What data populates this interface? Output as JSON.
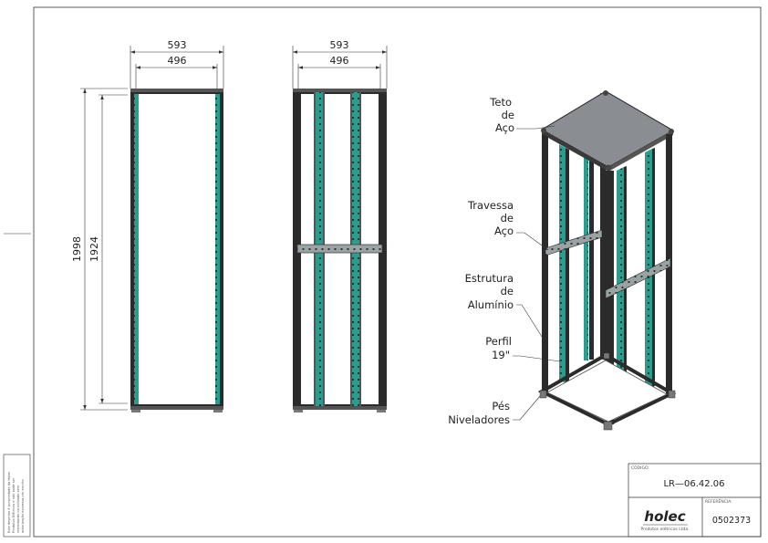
{
  "front_view": {
    "width_outer": "593",
    "width_inner": "496",
    "height_outer": "1998",
    "height_inner": "1924"
  },
  "side_view": {
    "width_outer": "593",
    "width_inner": "496"
  },
  "callouts": {
    "teto": [
      "Teto",
      "de",
      "Aço"
    ],
    "travessa": [
      "Travessa",
      "de",
      "Aço"
    ],
    "estrutura": [
      "Estrutura",
      "de",
      "Alumínio"
    ],
    "perfil": [
      "Perfil",
      "19\""
    ],
    "pes": [
      "Pés",
      "Niveladores"
    ]
  },
  "title_block": {
    "codigo_label": "CÓDIGO:",
    "codigo_value": "LR—06.42.06",
    "brand": "holec",
    "brand_sub": "Produtos elétricos Ltda.",
    "referencia_label": "REFERÊNCIA:",
    "referencia_value": "0502373"
  },
  "side_note": [
    "Este desenho é propriedade da Holec",
    "Produtos Elétricos e não pode ser",
    "reproduzido ou utilizado sem",
    "autorização expressa por escrito"
  ],
  "colors": {
    "accent": "#2a9d8f",
    "frame": "#2b2b2b",
    "line": "#333333"
  }
}
